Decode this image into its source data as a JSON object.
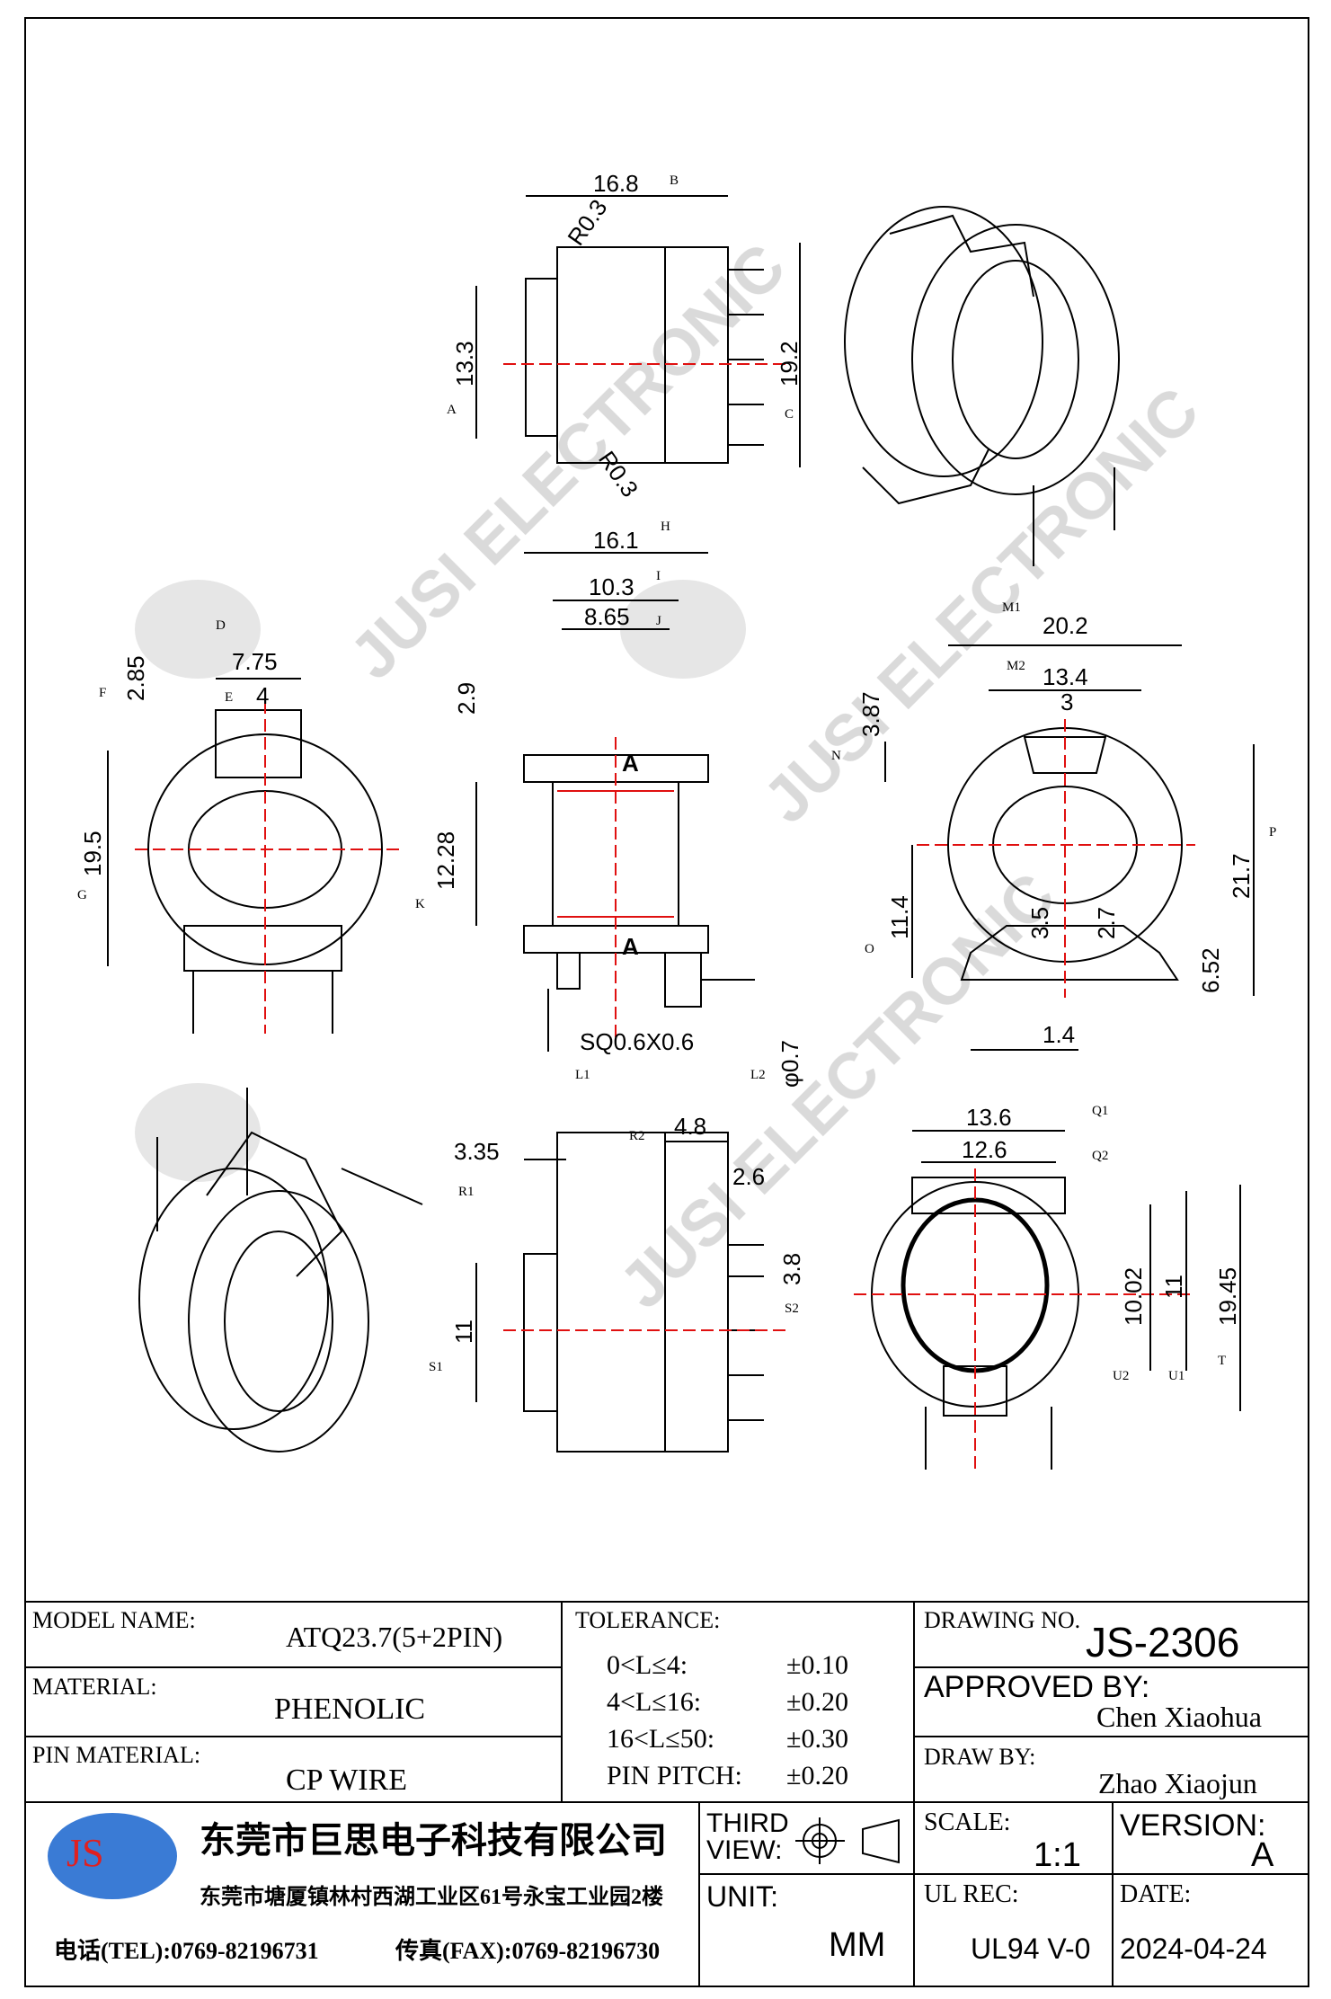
{
  "watermark": {
    "text": "JUSI ELECTRONIC",
    "logo": "JS"
  },
  "views": {
    "top": {
      "dims": {
        "width": "16.8",
        "width_ref": "B",
        "height": "13.3",
        "height_ref": "A",
        "overall": "19.2",
        "overall_ref": "C",
        "radius_top": "R0.3",
        "radius_bottom": "R0.3"
      }
    },
    "front": {
      "dims": {
        "h": "16.1",
        "h_ref": "H",
        "i": "10.3",
        "i_ref": "I",
        "j": "8.65",
        "j_ref": "J",
        "flange": "2.9",
        "window": "12.28",
        "window_ref": "K",
        "pin": "SQ0.6X0.6",
        "pin_ref": "L1",
        "pin_dia": "φ0.7",
        "pin_dia_ref": "L2",
        "section": "A"
      }
    },
    "left": {
      "dims": {
        "d": "7.75",
        "d_ref": "D",
        "e": "4",
        "e_ref": "E",
        "f": "2.85",
        "f_ref": "F",
        "g": "19.5",
        "g_ref": "G"
      }
    },
    "right": {
      "dims": {
        "m1": "20.2",
        "m1_ref": "M1",
        "m2": "13.4",
        "m2_ref": "M2",
        "slot": "3",
        "n": "3.87",
        "n_ref": "N",
        "p": "21.7",
        "p_ref": "P",
        "o": "11.4",
        "o_ref": "O",
        "a": "3.5",
        "b": "2.7",
        "c": "6.52",
        "pitch": "1.4"
      }
    },
    "bottom": {
      "dims": {
        "r1": "3.35",
        "r1_ref": "R1",
        "r2": "4.8",
        "r2_ref": "R2",
        "t26": "2.6",
        "s2": "3.8",
        "s2_ref": "S2",
        "s1": "11",
        "s1_ref": "S1"
      }
    },
    "section": {
      "dims": {
        "q1": "13.6",
        "q1_ref": "Q1",
        "q2": "12.6",
        "q2_ref": "Q2",
        "u2": "10.02",
        "u2_ref": "U2",
        "u1": "11",
        "u1_ref": "U1",
        "t": "19.45",
        "t_ref": "T"
      }
    }
  },
  "title_block": {
    "model_name_label": "MODEL NAME:",
    "model_name": "ATQ23.7(5+2PIN)",
    "material_label": "MATERIAL:",
    "material": "PHENOLIC",
    "pin_material_label": "PIN MATERIAL:",
    "pin_material": "CP WIRE",
    "tolerance_label": "TOLERANCE:",
    "tolerances": [
      {
        "range": "0<L≤4:",
        "value": "±0.10"
      },
      {
        "range": "4<L≤16:",
        "value": "±0.20"
      },
      {
        "range": "16<L≤50:",
        "value": "±0.30"
      },
      {
        "range": "PIN PITCH:",
        "value": "±0.20"
      }
    ],
    "drawing_no_label": "DRAWING NO.",
    "drawing_no": "JS-2306",
    "approved_by_label": "APPROVED BY:",
    "approved_by": "Chen Xiaohua",
    "draw_by_label": "DRAW BY:",
    "draw_by": "Zhao Xiaojun",
    "third_view_label": "THIRD VIEW:",
    "unit_label": "UNIT:",
    "unit": "MM",
    "scale_label": "SCALE:",
    "scale": "1:1",
    "version_label": "VERSION:",
    "version": "A",
    "ul_rec_label": "UL REC:",
    "ul_rec": "UL94 V-0",
    "date_label": "DATE:",
    "date": "2024-04-24",
    "company_logo": "JS",
    "company_name": "东莞市巨思电子科技有限公司",
    "company_address": "东莞市塘厦镇林村西湖工业区61号永宝工业园2楼",
    "tel": "电话(TEL):0769-82196731",
    "fax": "传真(FAX):0769-82196730"
  },
  "colors": {
    "line": "#000000",
    "center_line": "#e01010",
    "logo_fill": "#3a7bd5",
    "logo_text": "#e02020",
    "watermark": "#d6d6d6"
  }
}
